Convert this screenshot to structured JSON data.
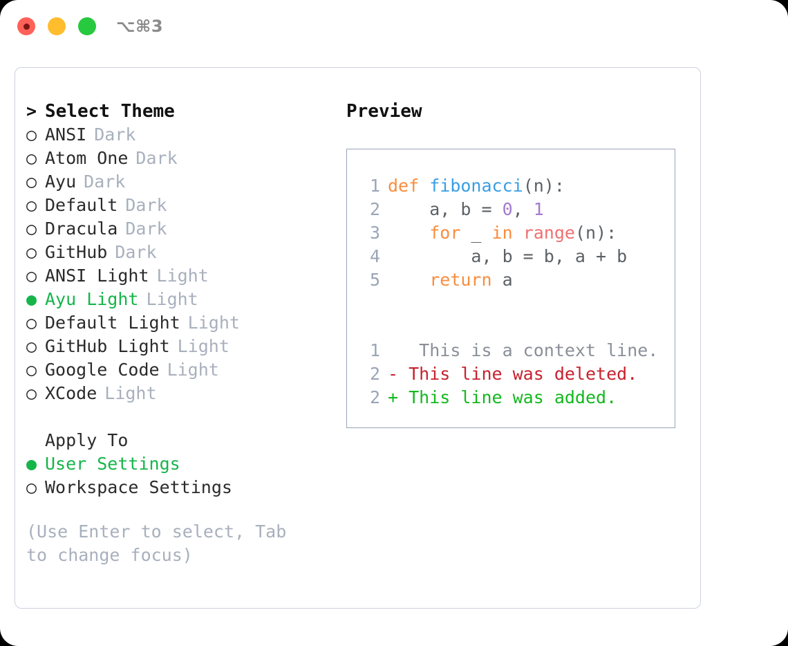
{
  "window": {
    "shortcut": "⌥⌘3",
    "traffic_lights": [
      {
        "name": "close",
        "color": "#ff6159"
      },
      {
        "name": "minimize",
        "color": "#ffbd2e"
      },
      {
        "name": "maximize",
        "color": "#27c93f"
      }
    ]
  },
  "theme_list": {
    "heading": "Select Theme",
    "caret": ">",
    "radio_off": "○",
    "radio_on": "●",
    "items": [
      {
        "label": "ANSI",
        "badge": "Dark",
        "selected": false
      },
      {
        "label": "Atom One",
        "badge": "Dark",
        "selected": false
      },
      {
        "label": "Ayu",
        "badge": "Dark",
        "selected": false
      },
      {
        "label": "Default",
        "badge": "Dark",
        "selected": false
      },
      {
        "label": "Dracula",
        "badge": "Dark",
        "selected": false
      },
      {
        "label": "GitHub",
        "badge": "Dark",
        "selected": false
      },
      {
        "label": "ANSI Light",
        "badge": "Light",
        "selected": false
      },
      {
        "label": "Ayu Light",
        "badge": "Light",
        "selected": true
      },
      {
        "label": "Default Light",
        "badge": "Light",
        "selected": false
      },
      {
        "label": "GitHub Light",
        "badge": "Light",
        "selected": false
      },
      {
        "label": "Google Code",
        "badge": "Light",
        "selected": false
      },
      {
        "label": "XCode",
        "badge": "Light",
        "selected": false
      }
    ]
  },
  "apply_to": {
    "heading": "Apply To",
    "items": [
      {
        "label": "User Settings",
        "selected": true
      },
      {
        "label": "Workspace Settings",
        "selected": false
      }
    ]
  },
  "hint": "(Use Enter to select, Tab to change focus)",
  "preview": {
    "title": "Preview",
    "code_lines": [
      {
        "number": "1",
        "tokens": [
          {
            "text": "def ",
            "type": "kw"
          },
          {
            "text": "fibonacci",
            "type": "fn"
          },
          {
            "text": "(n):",
            "type": "punct"
          }
        ]
      },
      {
        "number": "2",
        "tokens": [
          {
            "text": "    a, b = ",
            "type": "plain"
          },
          {
            "text": "0",
            "type": "num"
          },
          {
            "text": ", ",
            "type": "plain"
          },
          {
            "text": "1",
            "type": "num"
          }
        ]
      },
      {
        "number": "3",
        "tokens": [
          {
            "text": "    ",
            "type": "plain"
          },
          {
            "text": "for",
            "type": "kw"
          },
          {
            "text": " _ ",
            "type": "plain"
          },
          {
            "text": "in",
            "type": "kw"
          },
          {
            "text": " ",
            "type": "plain"
          },
          {
            "text": "range",
            "type": "builtin"
          },
          {
            "text": "(n):",
            "type": "punct"
          }
        ]
      },
      {
        "number": "4",
        "tokens": [
          {
            "text": "        a, b = b, a + b",
            "type": "plain"
          }
        ]
      },
      {
        "number": "5",
        "tokens": [
          {
            "text": "    ",
            "type": "plain"
          },
          {
            "text": "return",
            "type": "kw"
          },
          {
            "text": " a",
            "type": "plain"
          }
        ]
      }
    ],
    "diff_lines": [
      {
        "number": "1",
        "marker": " ",
        "text": "  This is a context line.",
        "type": "ctx"
      },
      {
        "number": "2",
        "marker": "-",
        "text": " This line was deleted.",
        "type": "del"
      },
      {
        "number": "2",
        "marker": "+",
        "text": " This line was added.",
        "type": "add"
      }
    ]
  },
  "colors": {
    "accent_green": "#15b54a",
    "muted": "#a8b0bd",
    "keyword": "#fa8d3e",
    "function": "#399ee6",
    "number": "#a37acc",
    "builtin": "#f07171",
    "diff_delete": "#c7212e",
    "diff_add": "#14b81f",
    "border": "#cdd2e0",
    "preview_border": "#9aa5b8"
  }
}
